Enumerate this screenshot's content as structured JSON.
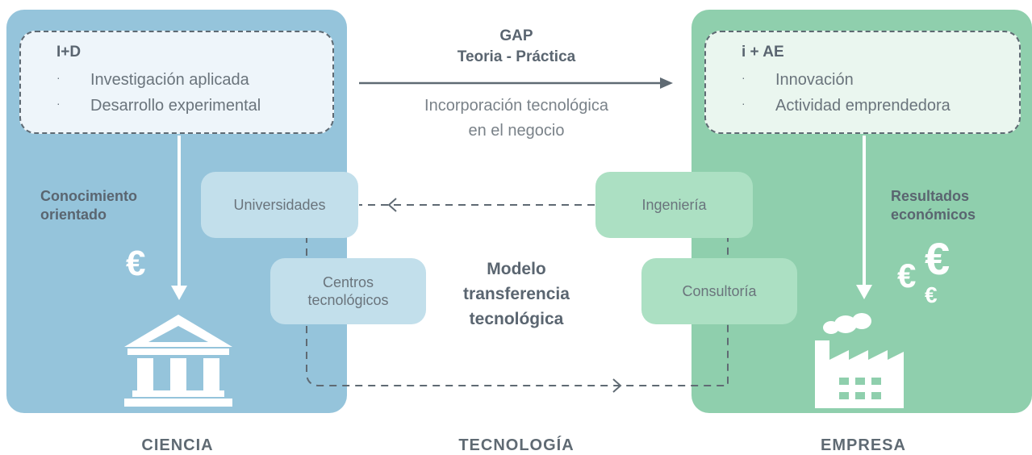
{
  "left": {
    "title": "I+D",
    "items": [
      "Investigación aplicada",
      "Desarrollo experimental"
    ],
    "side_label": [
      "Conocimiento",
      "orientado"
    ],
    "euro": "€",
    "footer": "CIENCIA"
  },
  "right": {
    "title": "i + AE",
    "items": [
      "Innovación",
      "Actividad emprendedora"
    ],
    "side_label": [
      "Resultados",
      "económicos"
    ],
    "euros": [
      "€",
      "€",
      "€"
    ],
    "footer": "EMPRESA"
  },
  "center": {
    "gap_title": [
      "GAP",
      "Teoria - Práctica"
    ],
    "subtitle": [
      "Incorporación tecnológica",
      "en el negocio"
    ],
    "model_label": [
      "Modelo",
      "transferencia",
      "tecnológica"
    ],
    "footer": "TECNOLOGÍA",
    "bullet_glyph": "·"
  },
  "pills": {
    "universidades": "Universidades",
    "centros": [
      "Centros",
      "tecnológicos"
    ],
    "ingenieria": "Ingeniería",
    "consultoria": "Consultoría"
  },
  "colors": {
    "left_panel": "#95c4db",
    "right_panel": "#8fcfad",
    "text_dark": "#5a6570",
    "arrow": "#5f6a73"
  },
  "icons": [
    "bank-building-icon",
    "factory-icon"
  ]
}
